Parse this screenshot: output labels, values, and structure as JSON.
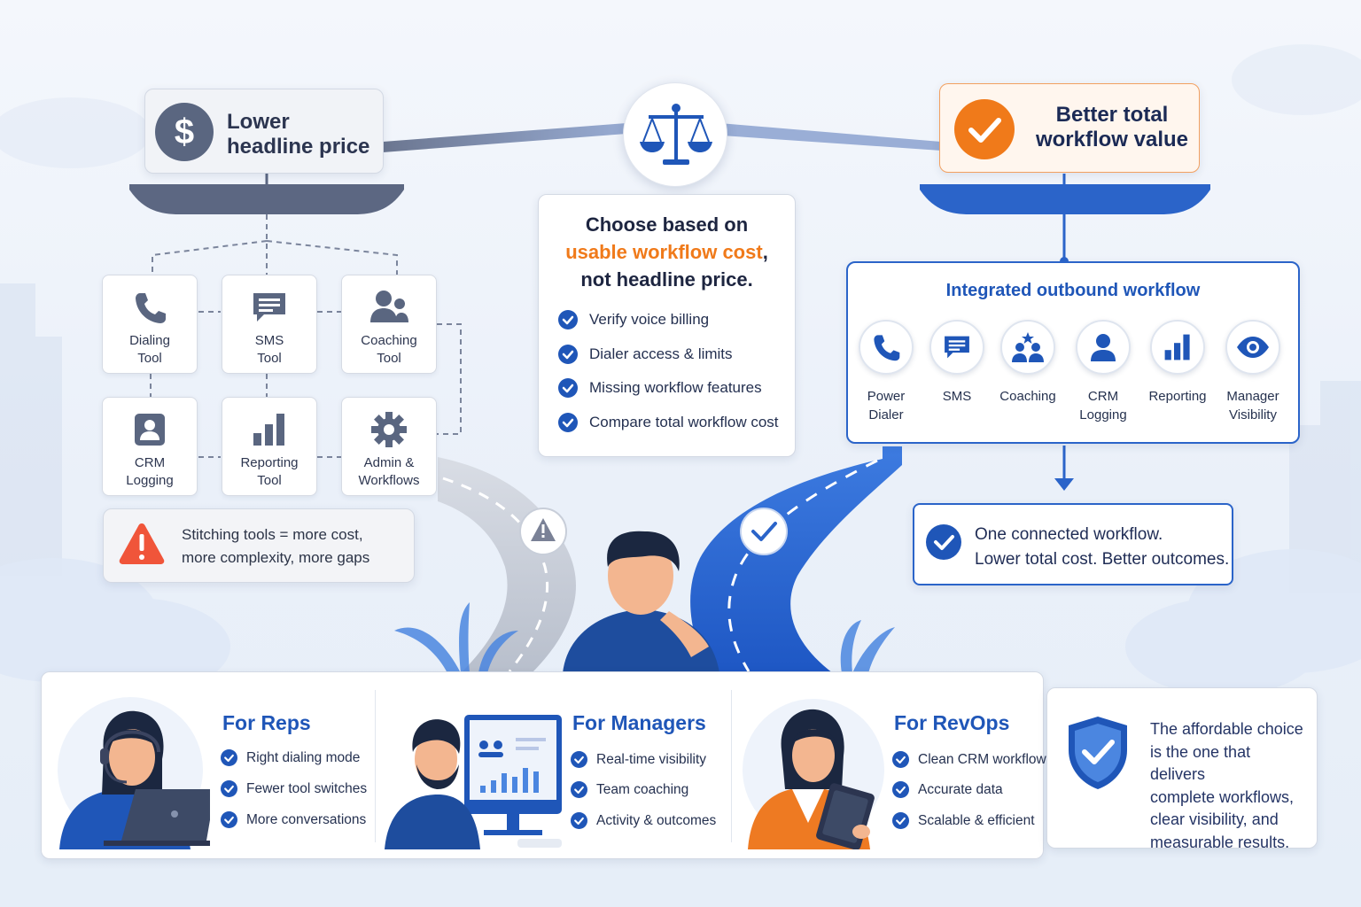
{
  "headline": {
    "left_title": "Lower headline price",
    "right_title": "Better total workflow value"
  },
  "tools": [
    {
      "label": "Dialing Tool",
      "icon": "phone-icon"
    },
    {
      "label": "SMS Tool",
      "icon": "chat-icon"
    },
    {
      "label": "Coaching Tool",
      "icon": "people-icon"
    },
    {
      "label": "CRM Logging",
      "icon": "contact-card-icon"
    },
    {
      "label": "Reporting Tool",
      "icon": "bar-chart-icon"
    },
    {
      "label": "Admin & Workflows",
      "icon": "gear-icon"
    }
  ],
  "warning": {
    "line1": "Stitching tools = more cost,",
    "line2": "more complexity, more gaps"
  },
  "center": {
    "title_line1": "Choose based on",
    "title_highlight": "usable workflow cost",
    "title_comma": ",",
    "title_line3": "not headline price.",
    "checklist": [
      "Verify voice billing",
      "Dialer access & limits",
      "Missing workflow features",
      "Compare total workflow cost"
    ]
  },
  "integrated": {
    "title": "Integrated outbound workflow",
    "nodes": [
      {
        "line1": "Power",
        "line2": "Dialer",
        "icon": "phone-icon"
      },
      {
        "line1": "SMS",
        "line2": "",
        "icon": "chat-icon"
      },
      {
        "line1": "Coaching",
        "line2": "",
        "icon": "team-star-icon"
      },
      {
        "line1": "CRM",
        "line2": "Logging",
        "icon": "person-icon"
      },
      {
        "line1": "Reporting",
        "line2": "",
        "icon": "bar-chart-icon"
      },
      {
        "line1": "Manager",
        "line2": "Visibility",
        "icon": "eye-icon"
      }
    ]
  },
  "connected": {
    "line1": "One connected workflow.",
    "line2": "Lower total cost. Better outcomes."
  },
  "personas": [
    {
      "title": "For Reps",
      "items": [
        "Right dialing mode",
        "Fewer tool switches",
        "More conversations"
      ]
    },
    {
      "title": "For Managers",
      "items": [
        "Real-time visibility",
        "Team coaching",
        "Activity & outcomes"
      ]
    },
    {
      "title": "For RevOps",
      "items": [
        "Clean CRM workflow",
        "Accurate data",
        "Scalable & efficient"
      ]
    }
  ],
  "side": {
    "lines": [
      "The affordable choice",
      "is the one that delivers",
      "complete workflows,",
      "clear visibility, and",
      "measurable results."
    ]
  },
  "colors": {
    "brand_blue": "#1f56b8",
    "accent_orange": "#f07a1a",
    "slate": "#5a6680",
    "warning_red": "#f0553a"
  }
}
